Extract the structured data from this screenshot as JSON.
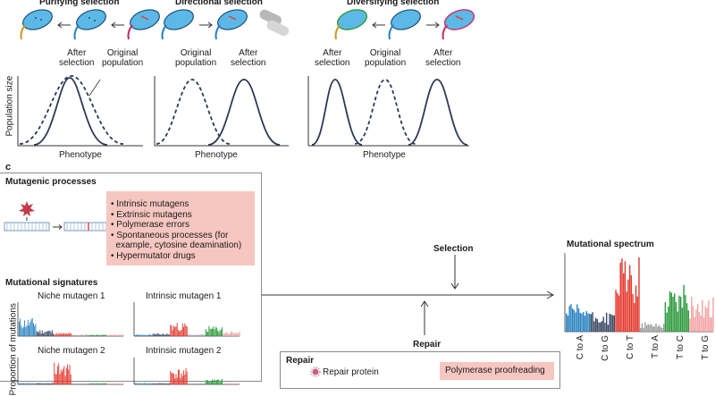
{
  "top": {
    "purifying": {
      "title": "Purifying selection",
      "label_a": "After\nselection",
      "label_b": "Original\npopulation",
      "ylabel": "Population size",
      "xlabel": "Phenotype"
    },
    "directional": {
      "title": "Directional selection",
      "label_a": "Original\npopulation",
      "label_b": "After\nselection",
      "xlabel": "Phenotype"
    },
    "diversifying": {
      "title": "Diversifying selection",
      "label_a": "After\nselection",
      "label_b": "Original\npopulation",
      "label_c": "After\nselection",
      "xlabel": "Phenotype"
    }
  },
  "panel_c": {
    "letter": "c",
    "mutagenic": {
      "title": "Mutagenic processes",
      "items": [
        "• Intrinsic mutagens",
        "• Extrinsic mutagens",
        "• Polymerase errors",
        "• Spontaneous processes (for",
        "  example, cytosine deamination)",
        "• Hypermutator drugs"
      ]
    },
    "signatures": {
      "title": "Mutational signatures",
      "niche1": "Niche mutagen 1",
      "intrinsic1": "Intrinsic mutagen 1",
      "niche2": "Niche mutagen 2",
      "intrinsic2": "Intrinsic mutagen 2",
      "ylabel": "Proportion of mutations"
    },
    "selection": "Selection",
    "repair": {
      "label": "Repair",
      "box_title": "Repair",
      "protein": "Repair protein",
      "proofreading": "Polymerase proofreading"
    },
    "spectrum": {
      "title": "Mutational spectrum",
      "categories": [
        "C to A",
        "C to G",
        "C to T",
        "T to A",
        "T to C",
        "T to G"
      ]
    }
  },
  "colors": {
    "curve": "#2b3a55",
    "bacterium": "#5cb8e6",
    "red": "#e5392f",
    "blue": "#2a82c0",
    "green": "#2d9a3e",
    "pink": "#f6c6c1",
    "grey": "#a0a0a0"
  }
}
